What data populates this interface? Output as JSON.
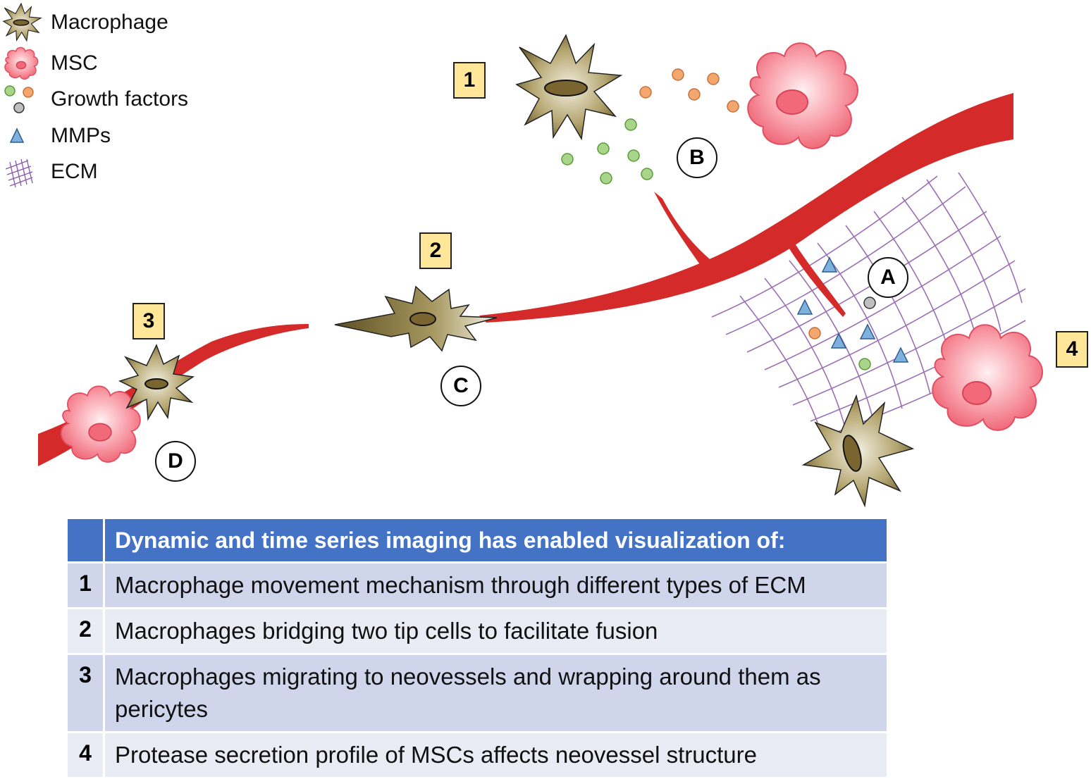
{
  "legend": [
    {
      "id": "macrophage",
      "label": "Macrophage"
    },
    {
      "id": "msc",
      "label": "MSC"
    },
    {
      "id": "growth-factors",
      "label": "Growth factors"
    },
    {
      "id": "mmps",
      "label": "MMPs"
    },
    {
      "id": "ecm",
      "label": "ECM"
    }
  ],
  "markers": {
    "numbers": [
      "1",
      "2",
      "3",
      "4"
    ],
    "letters": [
      "A",
      "B",
      "C",
      "D"
    ]
  },
  "colors": {
    "vessel": "#d42a2a",
    "macrophage_dark": "#6b5a2a",
    "macrophage_light": "#f2eedd",
    "msc": "#f47a86",
    "growth_green": "#a8d58a",
    "growth_orange": "#f4a66f",
    "growth_gray": "#bfbfbf",
    "mmp": "#7fb1de",
    "ecm": "#8a56a8",
    "number_box": "#ffe699",
    "table_header": "#4472c4"
  },
  "table": {
    "header": "Dynamic and time series imaging has enabled visualization of:",
    "rows": [
      {
        "num": "1",
        "text": "Macrophage movement mechanism through different types of ECM"
      },
      {
        "num": "2",
        "text": "Macrophages bridging two tip cells to facilitate fusion"
      },
      {
        "num": "3",
        "text": "Macrophages migrating to neovessels and wrapping around them as pericytes"
      },
      {
        "num": "4",
        "text": "Protease secretion profile of MSCs affects neovessel structure"
      }
    ]
  }
}
